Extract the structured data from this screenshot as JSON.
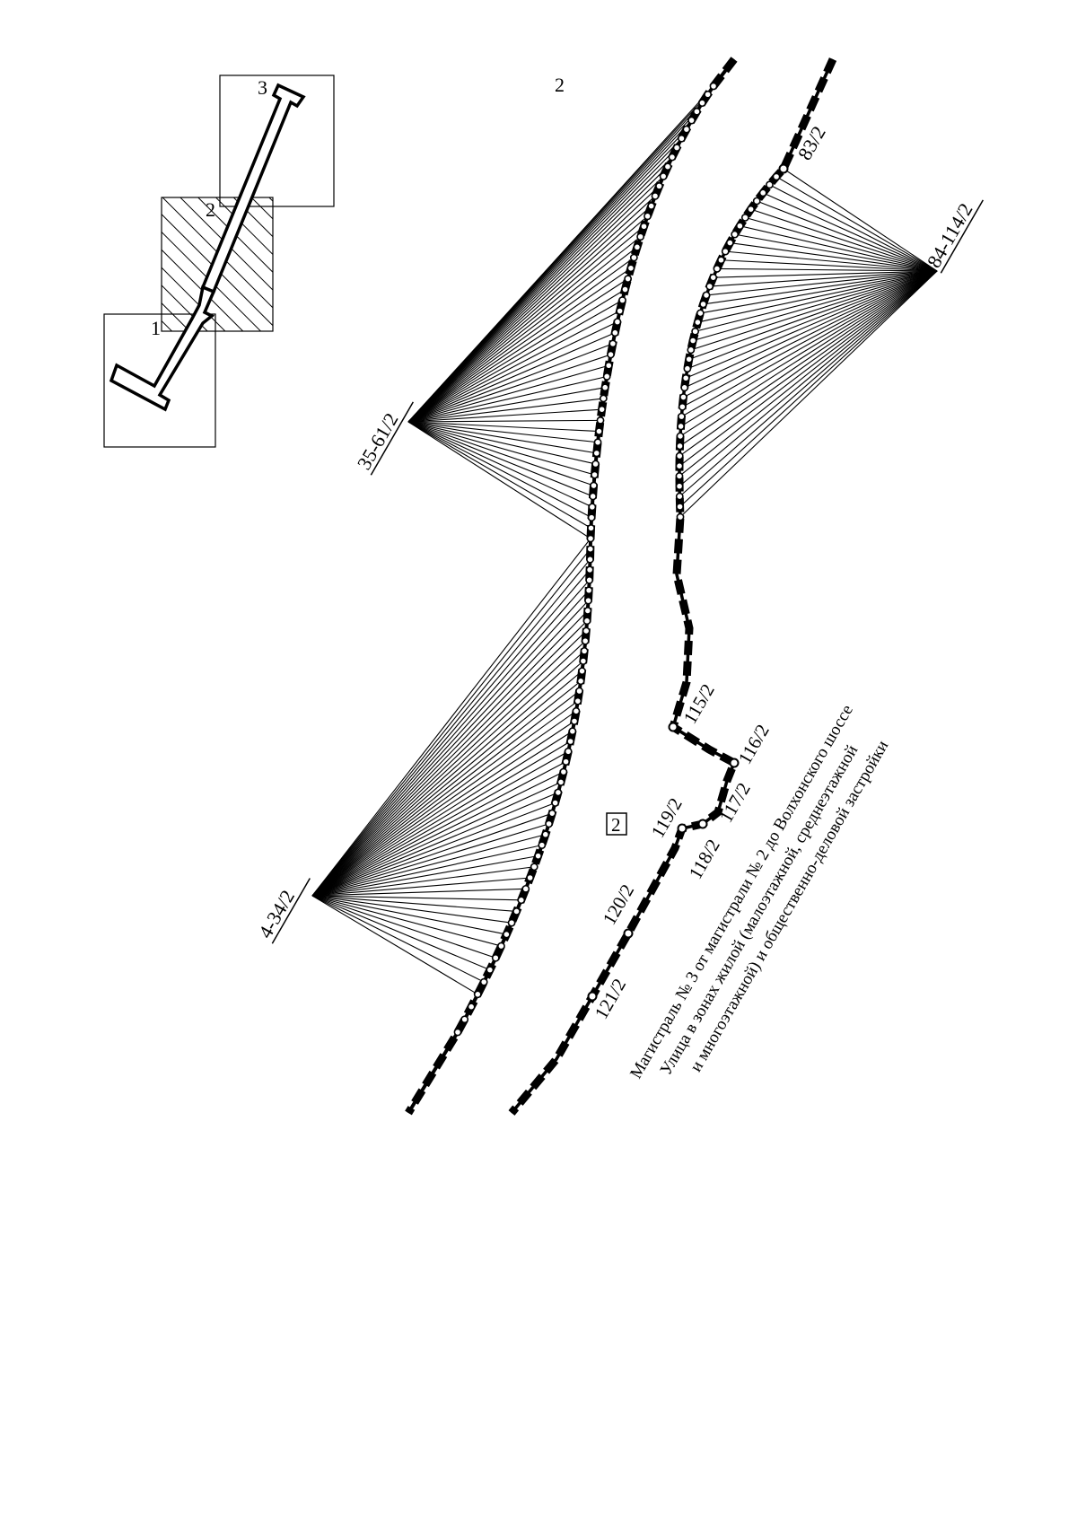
{
  "sheet": {
    "number": "2",
    "index_tag": "2"
  },
  "key_map": {
    "section_labels": [
      "1",
      "2",
      "3"
    ],
    "active_section": "2"
  },
  "boundary_points": {
    "left_group_top": "35-61/2",
    "left_group_bottom": "4-34/2",
    "right_group_top_label": "83/2",
    "right_group": "84-114/2",
    "corner_points": [
      "115/2",
      "116/2",
      "117/2",
      "118/2",
      "119/2",
      "120/2",
      "121/2"
    ]
  },
  "caption": {
    "line1": "Магистраль № 3 от магистрали № 2 до Волхонского шоссе",
    "line2": "Улица в зонах жилой (малоэтажной, среднеэтажной",
    "line3": "и многоэтажной) и общественно-деловой застройки"
  }
}
